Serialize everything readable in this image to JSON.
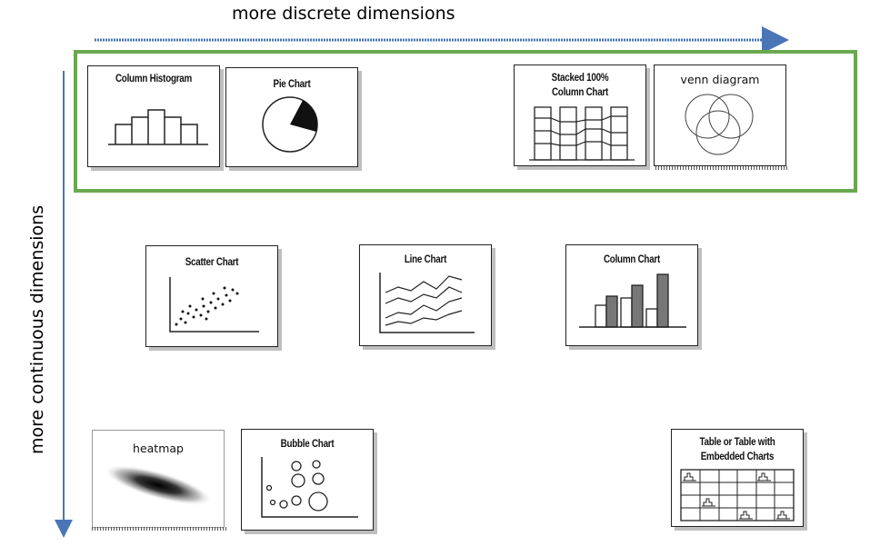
{
  "axes": {
    "x_label": "more discrete dimensions",
    "y_label": "more continuous dimensions"
  },
  "colors": {
    "arrow": "#4a76b8",
    "highlight_box": "#6aa84f"
  },
  "cards": {
    "column_histogram": "Column Histogram",
    "pie_chart": "Pie Chart",
    "stacked_100_line1": "Stacked 100%",
    "stacked_100_line2": "Column Chart",
    "venn_diagram": "venn diagram",
    "scatter_chart": "Scatter Chart",
    "line_chart": "Line Chart",
    "column_chart": "Column Chart",
    "heatmap": "heatmap",
    "bubble_chart": "Bubble Chart",
    "table_line1": "Table or Table with",
    "table_line2": "Embedded Charts"
  }
}
